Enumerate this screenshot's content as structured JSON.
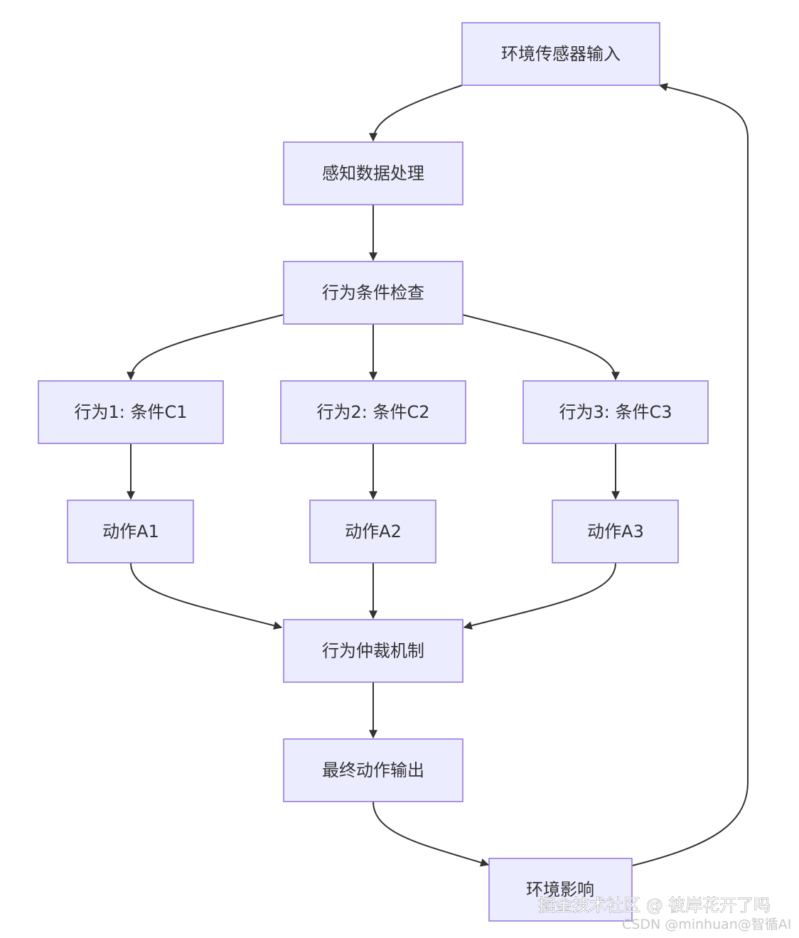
{
  "diagram": {
    "nodes": {
      "env_sensor_input": "环境传感器输入",
      "perception_processing": "感知数据处理",
      "behavior_condition_check": "行为条件检查",
      "behavior1": "行为1: 条件C1",
      "behavior2": "行为2: 条件C2",
      "behavior3": "行为3: 条件C3",
      "action_a1": "动作A1",
      "action_a2": "动作A2",
      "action_a3": "动作A3",
      "behavior_arbitration": "行为仲裁机制",
      "final_action_output": "最终动作输出",
      "env_influence": "环境影响"
    }
  },
  "watermark": {
    "line1": "掘金技术社区 @ 彼岸花开了吗",
    "line2": "CSDN @minhuan@智循AI"
  }
}
